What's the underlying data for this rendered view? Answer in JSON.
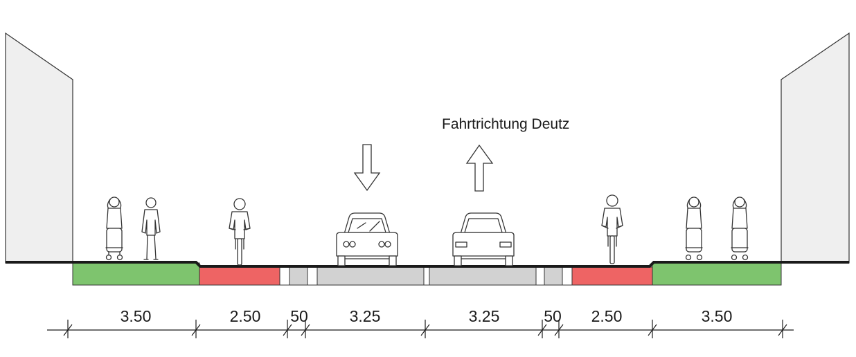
{
  "direction_label": "Fahrtrichtung Deutz",
  "colors": {
    "sidewalk": "#7ec46e",
    "bike_lane": "#ee6464",
    "road": "#d2d2d2",
    "road_white": "#ffffff",
    "building": "#efefef",
    "outline": "#1a1a1a"
  },
  "arrows": [
    {
      "name": "down-arrow-icon",
      "direction": "down"
    },
    {
      "name": "up-arrow-icon",
      "direction": "up"
    }
  ],
  "dimensions": [
    {
      "label": "3.50"
    },
    {
      "label": "2.50"
    },
    {
      "label": "50"
    },
    {
      "label": "3.25"
    },
    {
      "label": "3.25"
    },
    {
      "label": "50"
    },
    {
      "label": "2.50"
    },
    {
      "label": "3.50"
    }
  ]
}
